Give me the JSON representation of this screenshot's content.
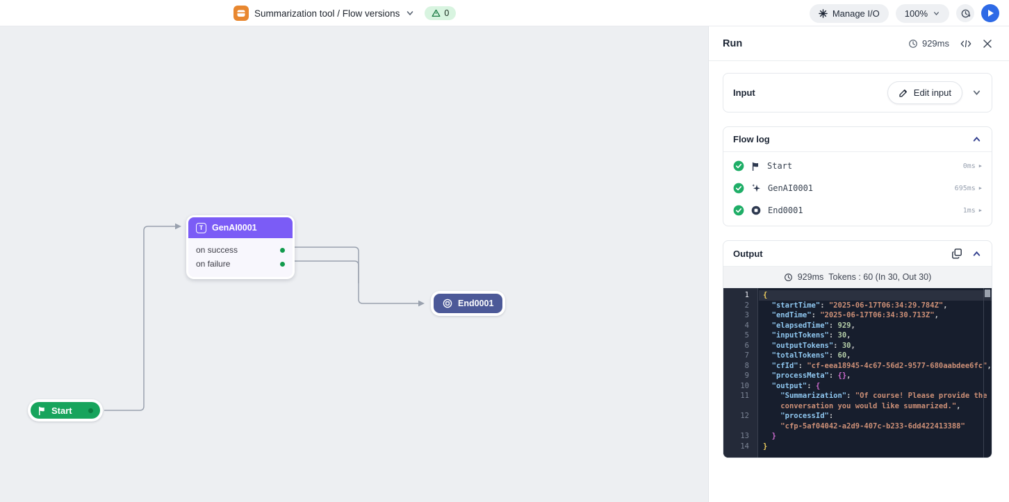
{
  "topbar": {
    "title": "Summarization tool / Flow versions",
    "warning_count": "0",
    "manage_io": "Manage I/O",
    "zoom": "100%"
  },
  "canvas": {
    "nodes": {
      "start": {
        "label": "Start"
      },
      "genai": {
        "label": "GenAI0001",
        "ports": [
          "on success",
          "on failure"
        ]
      },
      "end": {
        "label": "End0001"
      }
    }
  },
  "run_panel": {
    "title": "Run",
    "duration": "929ms",
    "input": {
      "title": "Input",
      "edit_button": "Edit input"
    },
    "flow_log": {
      "title": "Flow log",
      "items": [
        {
          "name": "Start",
          "duration": "0ms"
        },
        {
          "name": "GenAI0001",
          "duration": "695ms"
        },
        {
          "name": "End0001",
          "duration": "1ms"
        }
      ]
    },
    "output": {
      "title": "Output",
      "duration": "929ms",
      "tokens": "Tokens : 60 (In 30, Out 30)",
      "code_rows": [
        {
          "n": "1",
          "active": true,
          "seg": [
            [
              "gold",
              "{"
            ]
          ]
        },
        {
          "n": "2",
          "seg": [
            [
              "plain",
              "  "
            ],
            [
              "key",
              "\"startTime\""
            ],
            [
              "plain",
              ": "
            ],
            [
              "str",
              "\"2025-06-17T06:34:29.784Z\""
            ],
            [
              "plain",
              ","
            ]
          ]
        },
        {
          "n": "3",
          "seg": [
            [
              "plain",
              "  "
            ],
            [
              "key",
              "\"endTime\""
            ],
            [
              "plain",
              ": "
            ],
            [
              "str",
              "\"2025-06-17T06:34:30.713Z\""
            ],
            [
              "plain",
              ","
            ]
          ]
        },
        {
          "n": "4",
          "seg": [
            [
              "plain",
              "  "
            ],
            [
              "key",
              "\"elapsedTime\""
            ],
            [
              "plain",
              ": "
            ],
            [
              "num",
              "929"
            ],
            [
              "plain",
              ","
            ]
          ]
        },
        {
          "n": "5",
          "seg": [
            [
              "plain",
              "  "
            ],
            [
              "key",
              "\"inputTokens\""
            ],
            [
              "plain",
              ": "
            ],
            [
              "num",
              "30"
            ],
            [
              "plain",
              ","
            ]
          ]
        },
        {
          "n": "6",
          "seg": [
            [
              "plain",
              "  "
            ],
            [
              "key",
              "\"outputTokens\""
            ],
            [
              "plain",
              ": "
            ],
            [
              "num",
              "30"
            ],
            [
              "plain",
              ","
            ]
          ]
        },
        {
          "n": "7",
          "seg": [
            [
              "plain",
              "  "
            ],
            [
              "key",
              "\"totalTokens\""
            ],
            [
              "plain",
              ": "
            ],
            [
              "num",
              "60"
            ],
            [
              "plain",
              ","
            ]
          ]
        },
        {
          "n": "8",
          "seg": [
            [
              "plain",
              "  "
            ],
            [
              "key",
              "\"cfId\""
            ],
            [
              "plain",
              ": "
            ],
            [
              "str",
              "\"cf-eea18945-4c67-56d2-9577-680aabdee6fc\""
            ],
            [
              "plain",
              ","
            ]
          ]
        },
        {
          "n": "9",
          "seg": [
            [
              "plain",
              "  "
            ],
            [
              "key",
              "\"processMeta\""
            ],
            [
              "plain",
              ": "
            ],
            [
              "pink",
              "{}"
            ],
            [
              "plain",
              ","
            ]
          ]
        },
        {
          "n": "10",
          "seg": [
            [
              "plain",
              "  "
            ],
            [
              "key",
              "\"output\""
            ],
            [
              "plain",
              ": "
            ],
            [
              "pink",
              "{"
            ]
          ]
        },
        {
          "n": "11",
          "seg": [
            [
              "plain",
              "    "
            ],
            [
              "key",
              "\"Summarization\""
            ],
            [
              "plain",
              ": "
            ],
            [
              "str",
              "\"Of course! Please provide the"
            ]
          ]
        },
        {
          "n": "",
          "seg": [
            [
              "plain",
              "    "
            ],
            [
              "str",
              "conversation you would like summarized.\""
            ],
            [
              "plain",
              ","
            ]
          ]
        },
        {
          "n": "12",
          "seg": [
            [
              "plain",
              "    "
            ],
            [
              "key",
              "\"processId\""
            ],
            [
              "plain",
              ":"
            ]
          ]
        },
        {
          "n": "",
          "seg": [
            [
              "plain",
              "    "
            ],
            [
              "str",
              "\"cfp-5af04042-a2d9-407c-b233-6dd422413388\""
            ]
          ]
        },
        {
          "n": "13",
          "seg": [
            [
              "plain",
              "  "
            ],
            [
              "pink",
              "}"
            ]
          ]
        },
        {
          "n": "14",
          "seg": [
            [
              "gold",
              "}"
            ]
          ]
        }
      ]
    }
  }
}
